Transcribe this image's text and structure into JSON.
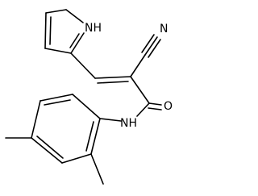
{
  "molecule": {
    "labels": {
      "pyrrole_nh": "NH",
      "nitrile_n": "N",
      "amide_o": "O",
      "amide_nh": "NH"
    },
    "colors": {
      "bond": "#000000",
      "label": "#000000",
      "background": "#ffffff"
    }
  }
}
